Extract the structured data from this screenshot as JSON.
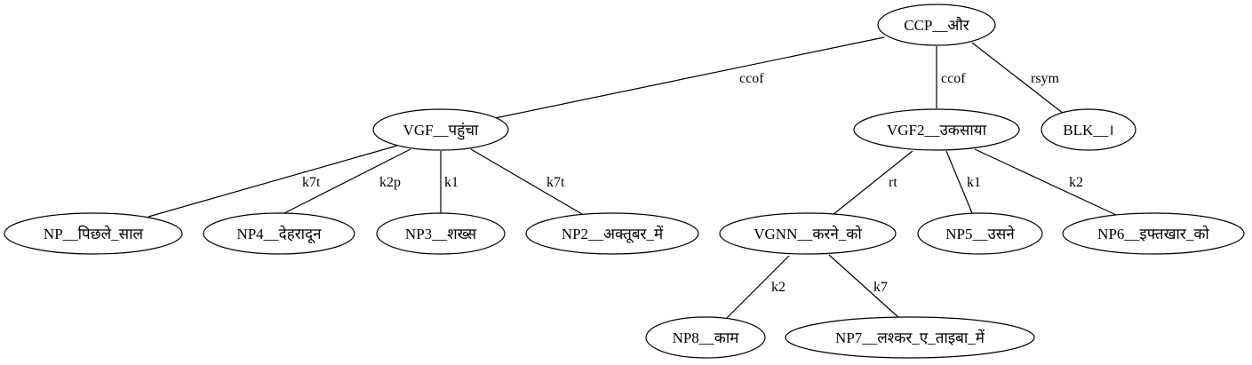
{
  "diagram": {
    "nodes": [
      {
        "id": "n_ccp",
        "label": "CCP__और"
      },
      {
        "id": "n_vgf",
        "label": "VGF__पहुंचा"
      },
      {
        "id": "n_vgf2",
        "label": "VGF2__उकसाया"
      },
      {
        "id": "n_blk",
        "label": "BLK__।"
      },
      {
        "id": "n_np",
        "label": "NP__पिछले_साल"
      },
      {
        "id": "n_np4",
        "label": "NP4__देहरादून"
      },
      {
        "id": "n_np3",
        "label": "NP3__शख्स"
      },
      {
        "id": "n_np2",
        "label": "NP2__अक्तूबर_में"
      },
      {
        "id": "n_vgnn",
        "label": "VGNN__करने_को"
      },
      {
        "id": "n_np5",
        "label": "NP5__उसने"
      },
      {
        "id": "n_np6",
        "label": "NP6__इफ्तखार_को"
      },
      {
        "id": "n_np8",
        "label": "NP8__काम"
      },
      {
        "id": "n_np7",
        "label": "NP7__लश्कर_ए_ताइबा_में"
      }
    ],
    "edges": [
      {
        "id": "e1",
        "from": "n_ccp",
        "to": "n_vgf",
        "label": "ccof"
      },
      {
        "id": "e2",
        "from": "n_ccp",
        "to": "n_vgf2",
        "label": "ccof"
      },
      {
        "id": "e3",
        "from": "n_ccp",
        "to": "n_blk",
        "label": "rsym"
      },
      {
        "id": "e4",
        "from": "n_vgf",
        "to": "n_np",
        "label": "k7t"
      },
      {
        "id": "e5",
        "from": "n_vgf",
        "to": "n_np4",
        "label": "k2p"
      },
      {
        "id": "e6",
        "from": "n_vgf",
        "to": "n_np3",
        "label": "k1"
      },
      {
        "id": "e7",
        "from": "n_vgf",
        "to": "n_np2",
        "label": "k7t"
      },
      {
        "id": "e8",
        "from": "n_vgf2",
        "to": "n_vgnn",
        "label": "rt"
      },
      {
        "id": "e9",
        "from": "n_vgf2",
        "to": "n_np5",
        "label": "k1"
      },
      {
        "id": "e10",
        "from": "n_vgf2",
        "to": "n_np6",
        "label": "k2"
      },
      {
        "id": "e11",
        "from": "n_vgnn",
        "to": "n_np8",
        "label": "k2"
      },
      {
        "id": "e12",
        "from": "n_vgnn",
        "to": "n_np7",
        "label": "k7"
      }
    ]
  }
}
